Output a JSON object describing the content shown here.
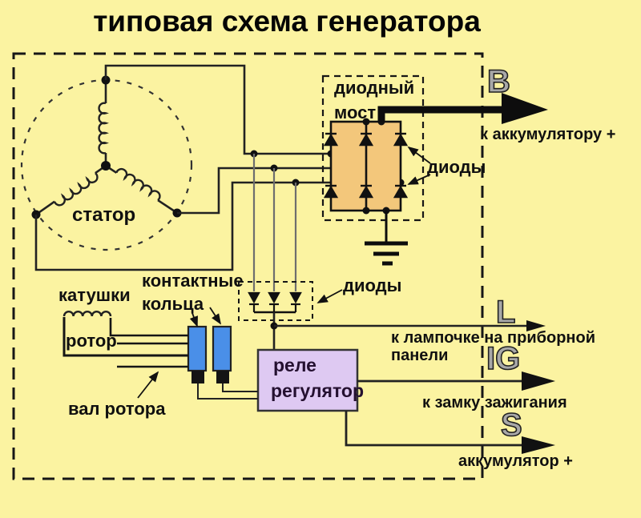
{
  "title": "типовая схема генератора",
  "colors": {
    "background": "#fbf3a1",
    "bridge_fill": "#f3c77b",
    "slip_ring_fill": "#4a8fe8",
    "relay_fill": "#dec9f2",
    "wire": "#1a1a1a"
  },
  "stator": {
    "label": "статор"
  },
  "rotor": {
    "coils_label": "катушки",
    "rotor_label": "ротор",
    "shaft_label": "вал ротора"
  },
  "contact_rings": {
    "label_line1": "контактные",
    "label_line2": "кольца"
  },
  "diode_bridge": {
    "label_line1": "диодный",
    "label_line2": "мост",
    "diodes_label": "диоды"
  },
  "aux_diodes": {
    "label": "диоды"
  },
  "relay": {
    "label_line1": "реле",
    "label_line2": "регулятор"
  },
  "terminals": {
    "b": {
      "letter": "B",
      "caption": "к аккумулятору +"
    },
    "l": {
      "letter": "L",
      "caption": "к лампочке на приборной панели"
    },
    "ig": {
      "letter": "IG",
      "caption": "к замку зажигания"
    },
    "s": {
      "letter": "S",
      "caption": "аккумулятор +"
    }
  }
}
